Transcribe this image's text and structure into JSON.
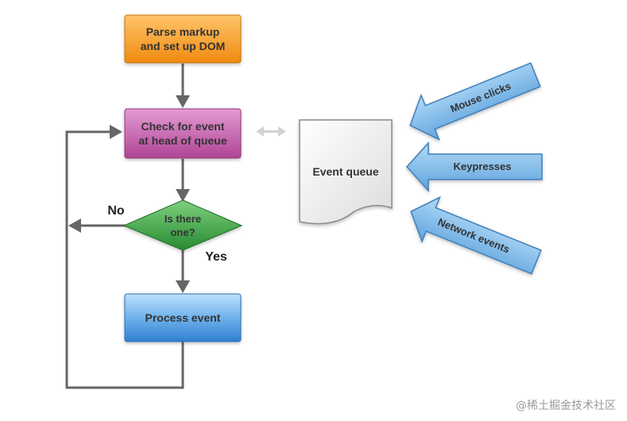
{
  "nodes": {
    "parse": "Parse markup\nand set up DOM",
    "check": "Check for event\nat head of queue",
    "decision": "Is there\none?",
    "process": "Process event",
    "queue": "Event queue"
  },
  "edges": {
    "no": "No",
    "yes": "Yes"
  },
  "sources": {
    "mouse": "Mouse clicks",
    "keys": "Keypresses",
    "network": "Network events"
  },
  "watermark": "@稀土掘金技术社区",
  "colors": {
    "parse": "#f39a1e",
    "check": "#b5489a",
    "decision": "#2f9a3c",
    "process": "#3d8fd6",
    "source_arrow": "#7ab8e6",
    "connector": "#666666"
  }
}
